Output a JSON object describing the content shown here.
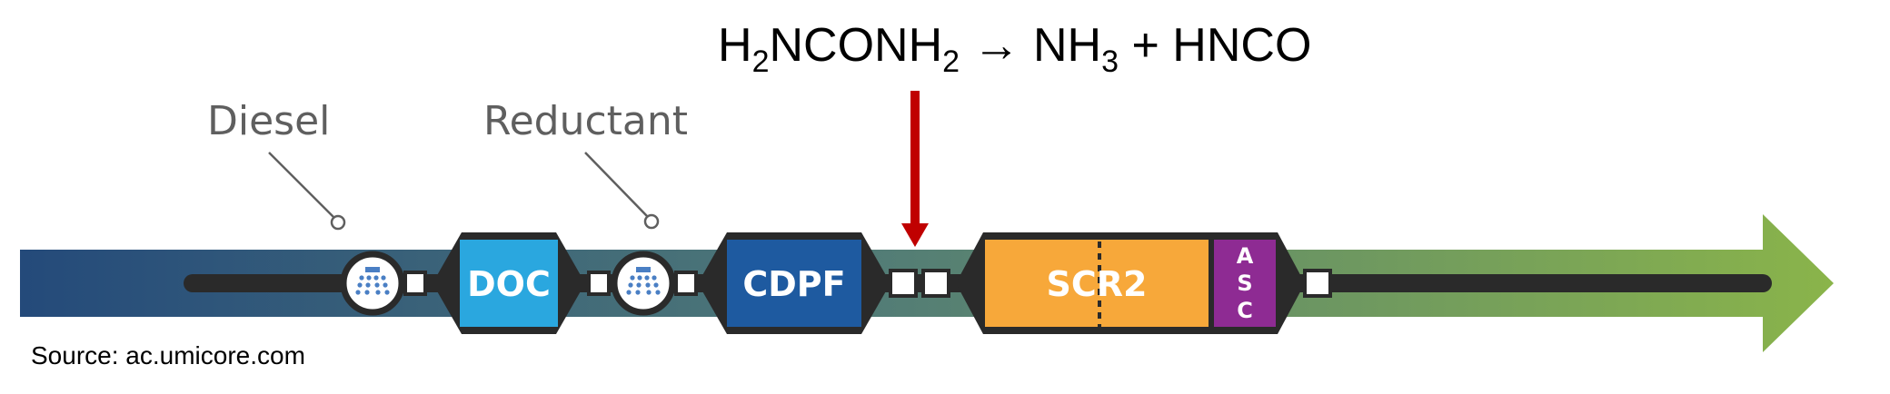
{
  "equation": {
    "reactant": "H2NCONH2",
    "reactant_parts": [
      "H",
      "2",
      "NCONH",
      "2"
    ],
    "arrow": "→",
    "product1_parts": [
      "NH",
      "3"
    ],
    "plus": "+",
    "product2": "HNCO"
  },
  "callouts": {
    "diesel": "Diesel",
    "reductant": "Reductant"
  },
  "components": {
    "doc": "DOC",
    "cdpf": "CDPF",
    "scr2": "SCR2",
    "asc": "ASC",
    "asc_letters": [
      "A",
      "S",
      "C"
    ]
  },
  "source": {
    "label": "Source:",
    "value": "ac.umicore.com"
  },
  "colors": {
    "arrow_start": "#244a7a",
    "arrow_mid": "#507a78",
    "arrow_end": "#8ab44a",
    "doc": "#2aa7df",
    "cdpf": "#1e5aa0",
    "scr2": "#f7a83a",
    "asc": "#8e2b93",
    "indicator": "#c00000",
    "outline": "#2a2a2a"
  },
  "icons": {
    "injector_diesel": "spray-nozzle-icon",
    "injector_reductant": "spray-nozzle-icon"
  }
}
